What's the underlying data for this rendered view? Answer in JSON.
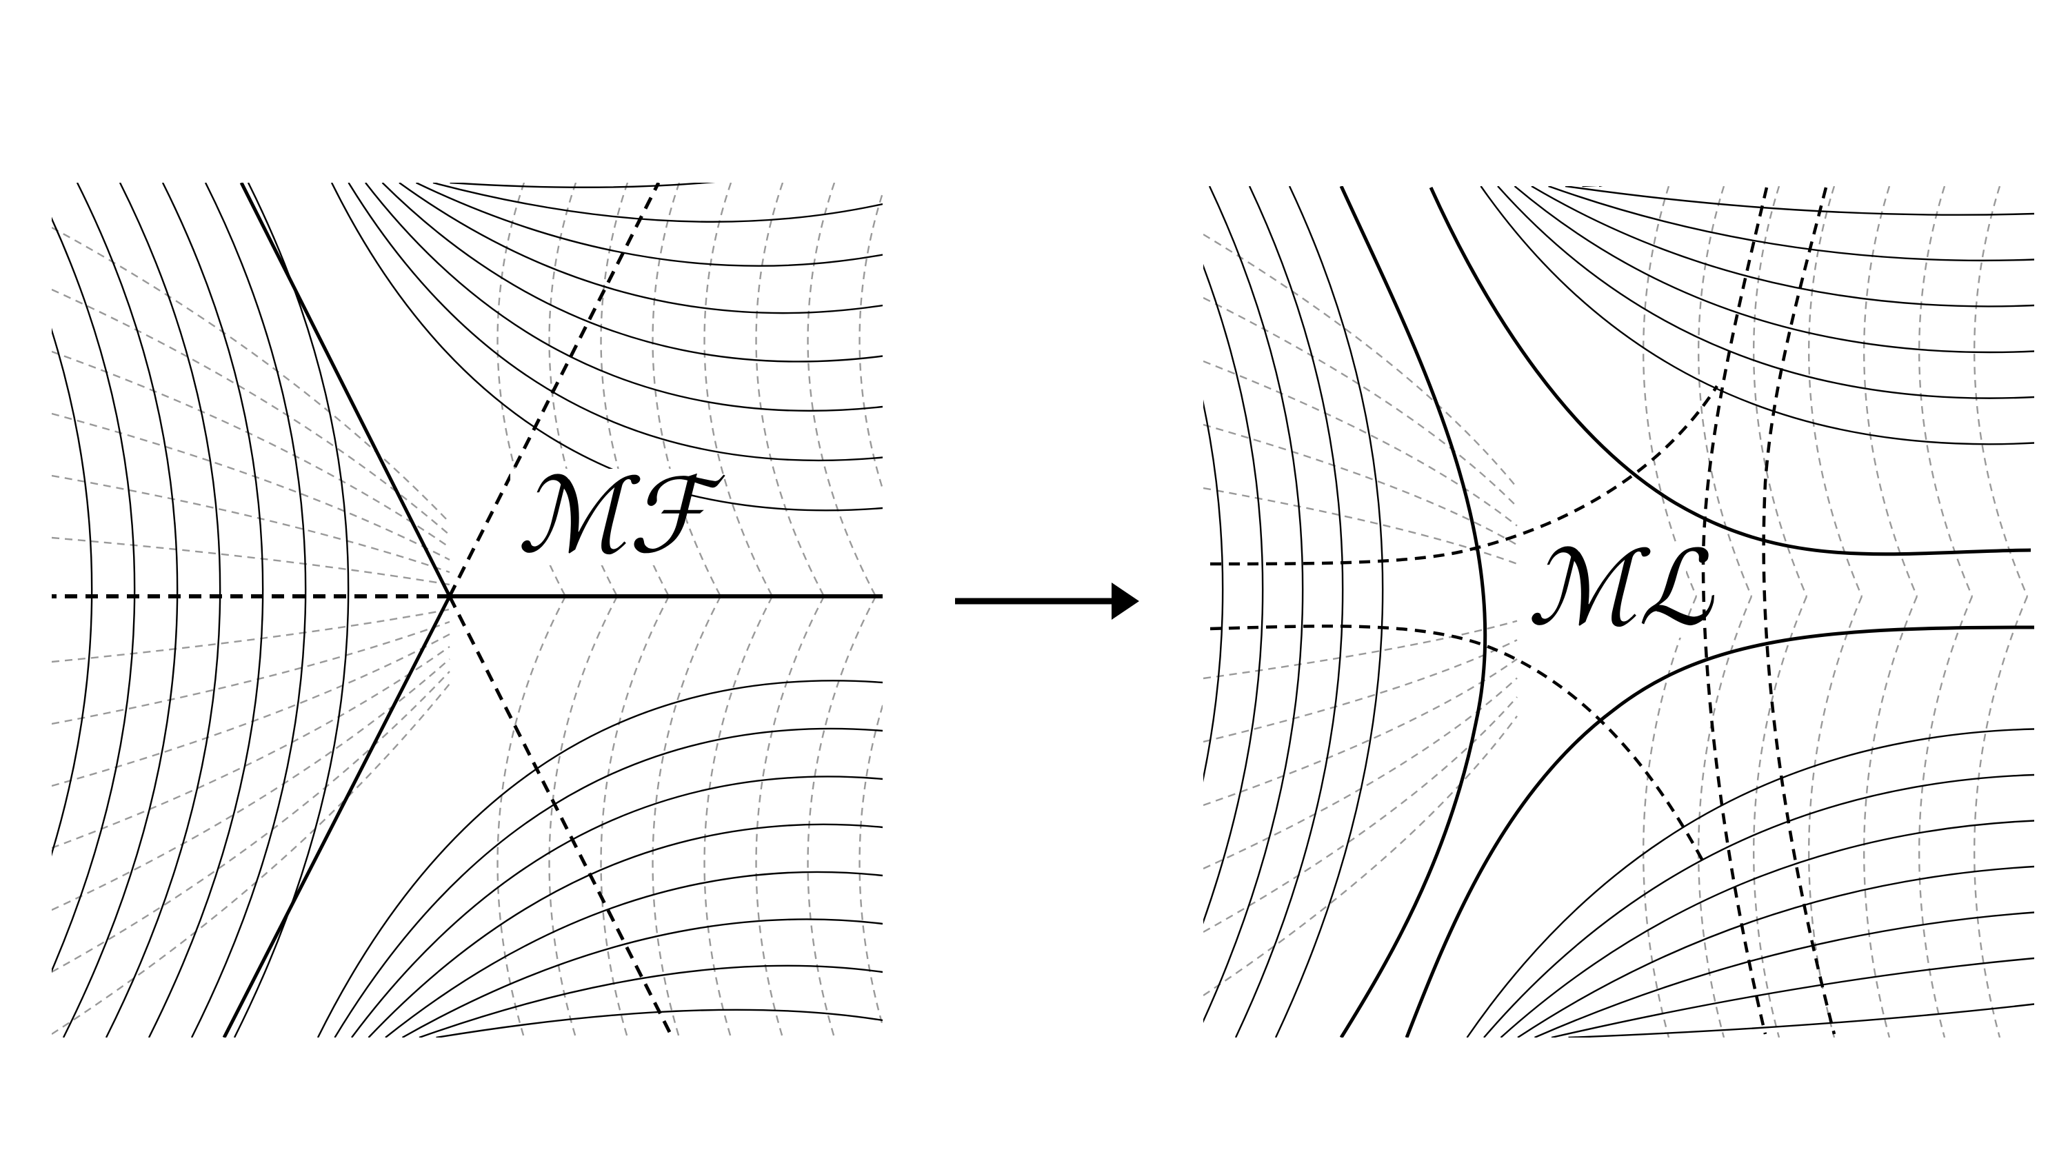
{
  "figure": {
    "left_panel": {
      "label": "ℳℱ"
    },
    "right_panel": {
      "label": "ℳℒ"
    },
    "arrow": {
      "direction": "right"
    }
  },
  "colors": {
    "line": "#000000",
    "grid_dashed": "#999999",
    "background": "#ffffff"
  }
}
